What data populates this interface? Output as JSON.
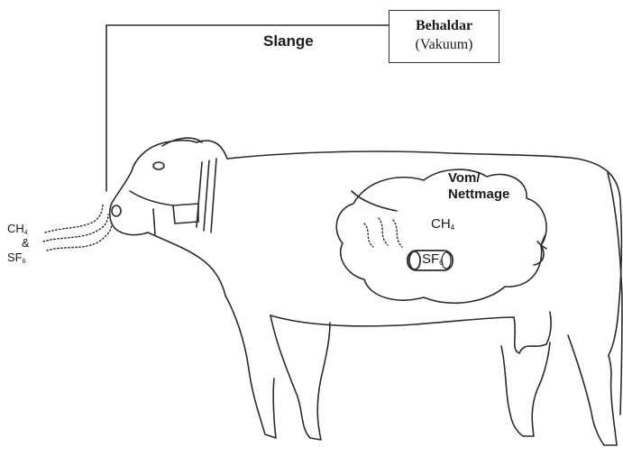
{
  "labels": {
    "hose": "Slange",
    "container_title": "Behaldar",
    "container_sub": "(Vakuum)",
    "rumen_line1": "Vom/",
    "rumen_line2": "Nettmage",
    "gas_left_ch": "CH",
    "gas_left_ch_sub": "4",
    "gas_left_amp": "&",
    "gas_left_sf": "SF",
    "gas_left_sf_sub": "6",
    "gas_rumen_ch": "CH",
    "gas_rumen_ch_sub": "4",
    "capsule_sf": "SF",
    "capsule_sf_sub": "6"
  },
  "colors": {
    "line": "#2a2a2a",
    "background": "#ffffff"
  }
}
